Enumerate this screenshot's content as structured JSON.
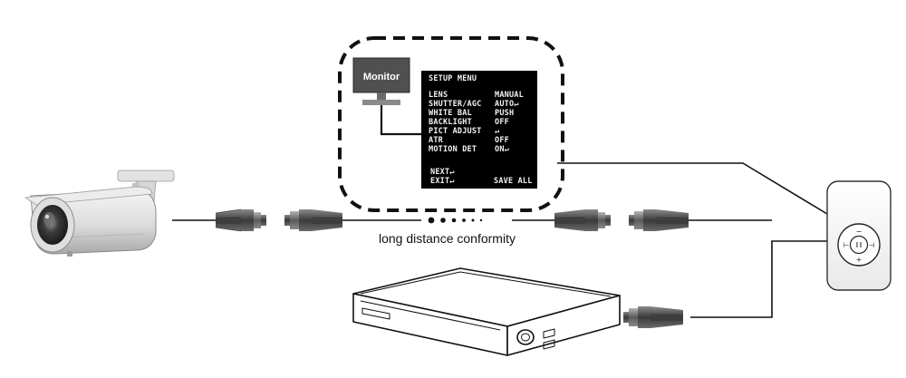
{
  "monitor": {
    "label": "Monitor",
    "osd": {
      "title": "SETUP MENU",
      "rows": [
        {
          "label": "LENS",
          "value": "MANUAL"
        },
        {
          "label": "SHUTTER/AGC",
          "value": "AUTO↵"
        },
        {
          "label": "WHITE BAL",
          "value": "PUSH"
        },
        {
          "label": "BACKLIGHT",
          "value": "OFF"
        },
        {
          "label": "PICT ADJUST",
          "value": "↵"
        },
        {
          "label": "ATR",
          "value": "OFF"
        },
        {
          "label": "MOTION DET",
          "value": "ON↵"
        }
      ],
      "next": "NEXT↵",
      "exit": "EXIT↵",
      "save": "SAVE ALL"
    }
  },
  "caption": "long distance conformity",
  "controller": {
    "icons": [
      "minus-icon",
      "plus-icon",
      "left-icon",
      "right-icon",
      "center-button-icon"
    ]
  },
  "colors": {
    "line": "#111111",
    "screen": "#000000",
    "monitor_body": "#505050"
  }
}
